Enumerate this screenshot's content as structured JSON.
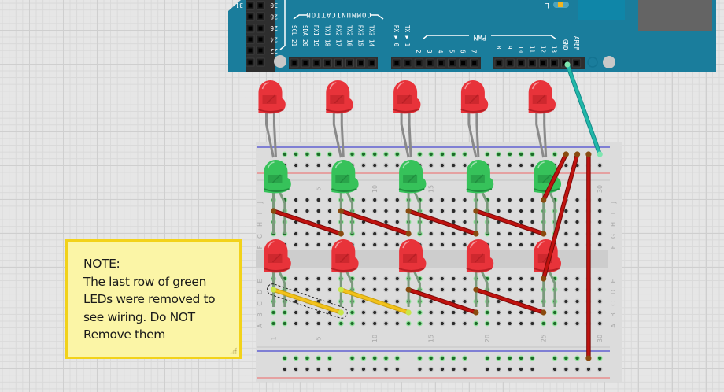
{
  "canvas": {
    "background": "#e6e6e6",
    "grid_color": "#cfcfcf"
  },
  "arduino": {
    "board_color": "#167b9b",
    "header_color": "#2f2f2f",
    "led_label": "L",
    "left_header_numbers": [
      "31",
      "30",
      "28",
      "26",
      "24",
      "22"
    ],
    "communication_label": "COMMUNICATION",
    "communication_pins": [
      "SCL 21",
      "SDA 20",
      "RX1 19",
      "TX1 18",
      "RX2 17",
      "TX2 16",
      "RX3 15",
      "TX3 14"
    ],
    "serial_pins": [
      "RX ▶ 0",
      "TX ▶ 1"
    ],
    "pwm_label": "PWM",
    "pwm_pins": [
      "2",
      "3",
      "4",
      "5",
      "6",
      "7"
    ],
    "pwm_pins_upper": [
      "8",
      "9",
      "10",
      "11",
      "12",
      "13"
    ],
    "gnd_label": "GND",
    "aref_label": "AREF"
  },
  "breadboard": {
    "color": "#dcdcdc",
    "row_labels_top": [
      "J",
      "I",
      "H",
      "G",
      "F"
    ],
    "row_labels_bottom": [
      "E",
      "D",
      "C",
      "B",
      "A"
    ],
    "column_labels": [
      "1",
      "5",
      "10",
      "15",
      "20",
      "25",
      "30"
    ],
    "column_label_numbers": [
      1,
      5,
      10,
      15,
      20,
      25,
      30
    ],
    "rail_positive_color": "#e24b4b",
    "rail_negative_color": "#2222cc"
  },
  "leds": {
    "top_red_columns": [
      1,
      7,
      13,
      19,
      25
    ],
    "green_columns": [
      1,
      7,
      13,
      19,
      25
    ],
    "lower_red_columns": [
      1,
      7,
      13,
      19,
      25
    ],
    "red_color": "#e8333a",
    "green_color": "#36c25a"
  },
  "wires": [
    {
      "color": "#c0120f",
      "from": "I1",
      "to": "G7",
      "name": "wire-red-1"
    },
    {
      "color": "#c0120f",
      "from": "I7",
      "to": "G13",
      "name": "wire-red-2"
    },
    {
      "color": "#c0120f",
      "from": "I13",
      "to": "G19",
      "name": "wire-red-3"
    },
    {
      "color": "#c0120f",
      "from": "I19",
      "to": "G25",
      "name": "wire-red-4"
    },
    {
      "color": "#f3c21b",
      "from": "D1",
      "to": "B7",
      "name": "wire-yellow-1",
      "selected": true
    },
    {
      "color": "#f3c21b",
      "from": "D7",
      "to": "B13",
      "name": "wire-yellow-2"
    },
    {
      "color": "#c0120f",
      "from": "D13",
      "to": "B19",
      "name": "wire-red-5"
    },
    {
      "color": "#c0120f",
      "from": "D19",
      "to": "B25",
      "name": "wire-red-6"
    },
    {
      "color": "#c0120f",
      "from": "J25",
      "to": "R1-27",
      "name": "wire-red-7"
    },
    {
      "color": "#c0120f",
      "from": "E25",
      "to": "R1-28",
      "name": "wire-red-8"
    },
    {
      "color": "#c0120f",
      "from": "R1-29",
      "to": "R3-29",
      "name": "wire-red-9"
    },
    {
      "color": "#20b8a8",
      "from": "GND",
      "to": "R1-30",
      "name": "wire-gnd"
    }
  ],
  "note": {
    "lines": [
      "NOTE:",
      "The last row of green",
      "LEDs were removed to",
      "see wiring. Do NOT",
      "Remove them"
    ],
    "background": "#fbf5a6",
    "border": "#f2d21a"
  }
}
